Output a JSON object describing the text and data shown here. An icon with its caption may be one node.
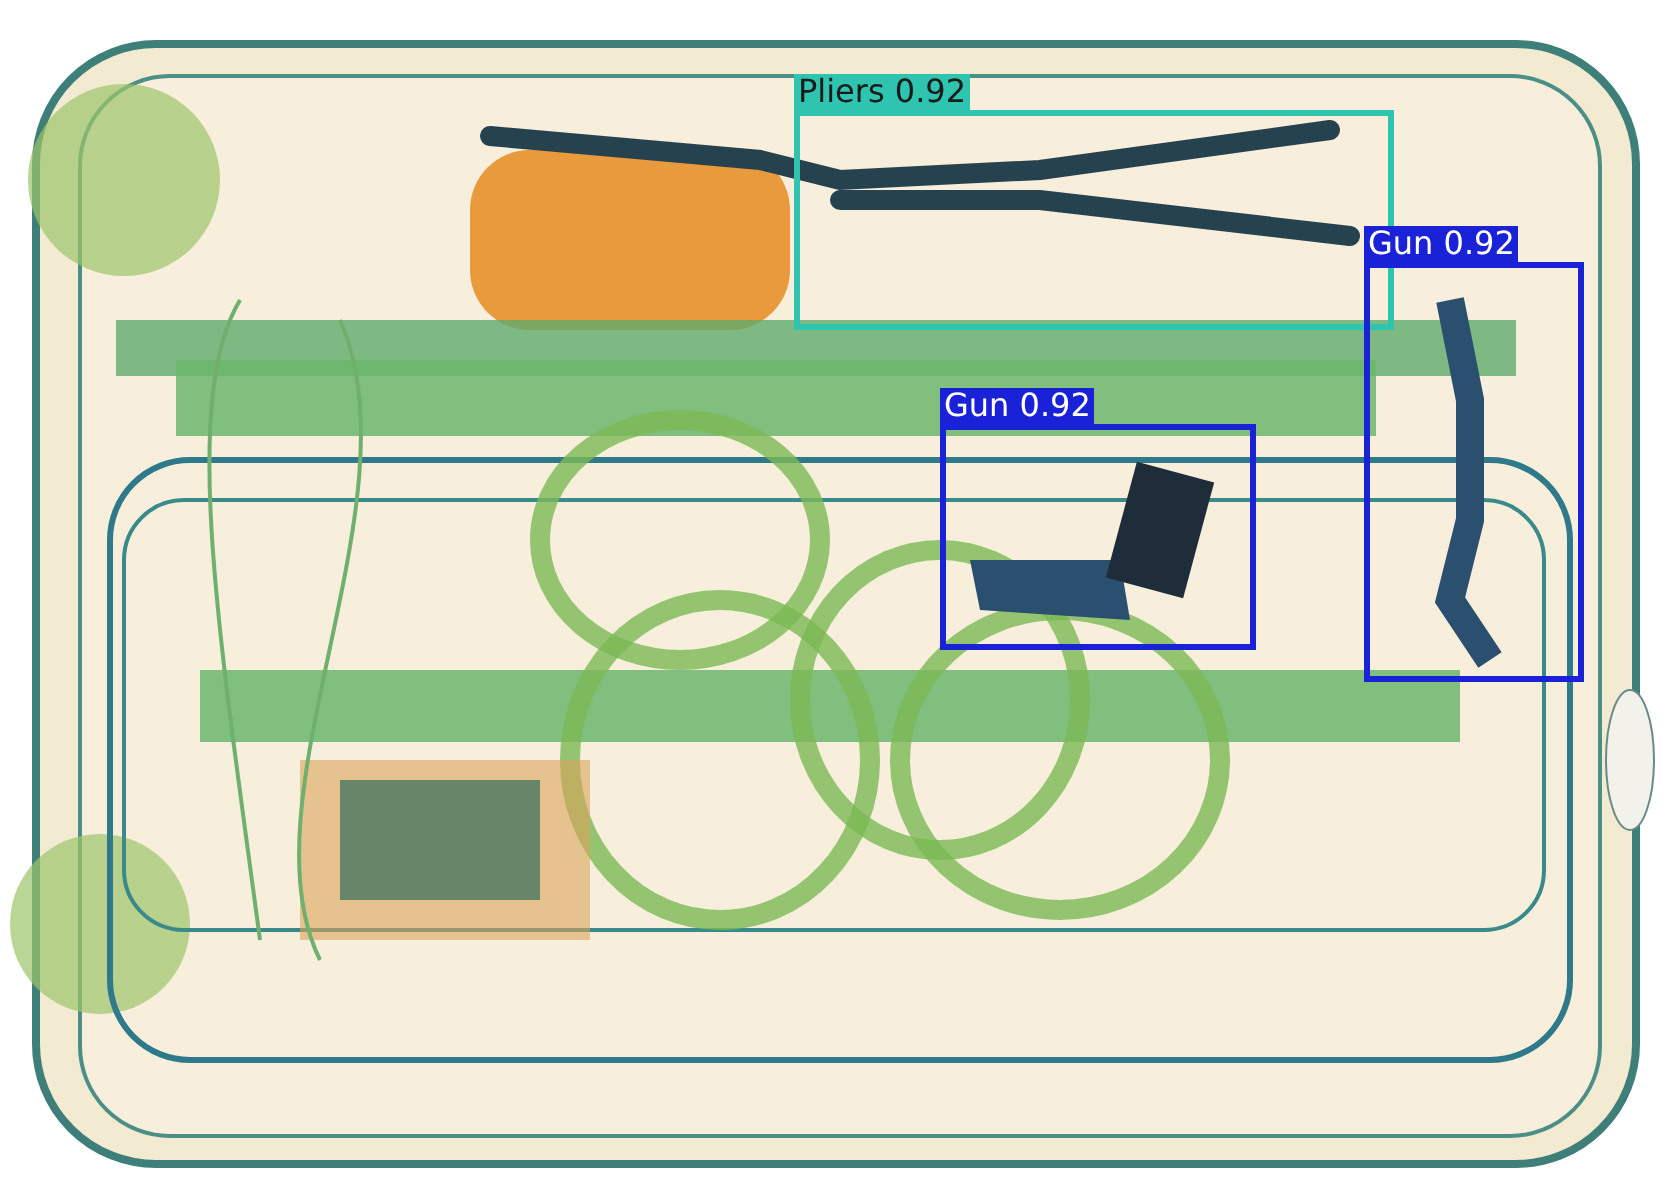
{
  "diagram": {
    "nodes": [
      {
        "text": [
          "Pliers 0.92"
        ]
      },
      {
        "text": [
          "Gun 0.92"
        ]
      },
      {
        "text": [
          "Gun 0.92"
        ]
      }
    ]
  }
}
